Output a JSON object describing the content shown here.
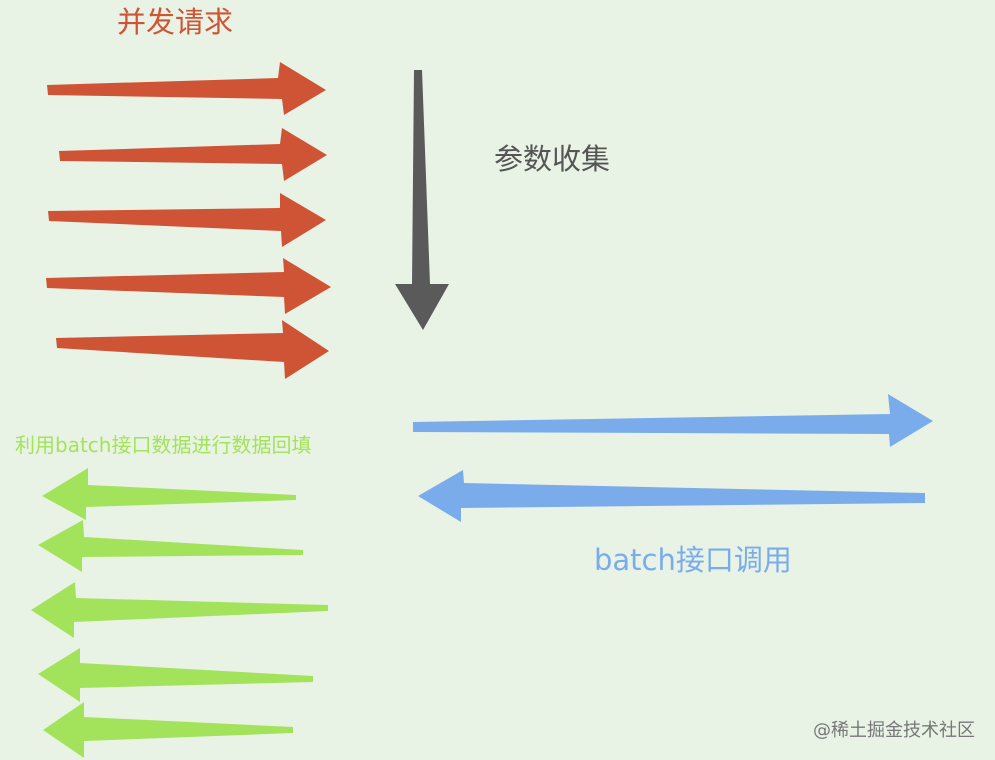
{
  "labels": {
    "concurrent_requests": "并发请求",
    "param_collect": "参数收集",
    "fill_back": "利用batch接口数据进行数据回填",
    "batch_call": "batch接口调用"
  },
  "watermark": "@稀土掘金技术社区",
  "colors": {
    "background": "#e8f3e5",
    "request_arrow": "#cf5436",
    "collect_arrow": "#5a5a5a",
    "batch_arrow": "#7aaceb",
    "fill_arrow": "#a3e35c"
  },
  "icons": {
    "request_arrows": "right-arrow",
    "collect_arrow": "down-arrow",
    "batch_out_arrow": "right-arrow",
    "batch_in_arrow": "left-arrow",
    "fill_arrows": "left-arrow"
  }
}
